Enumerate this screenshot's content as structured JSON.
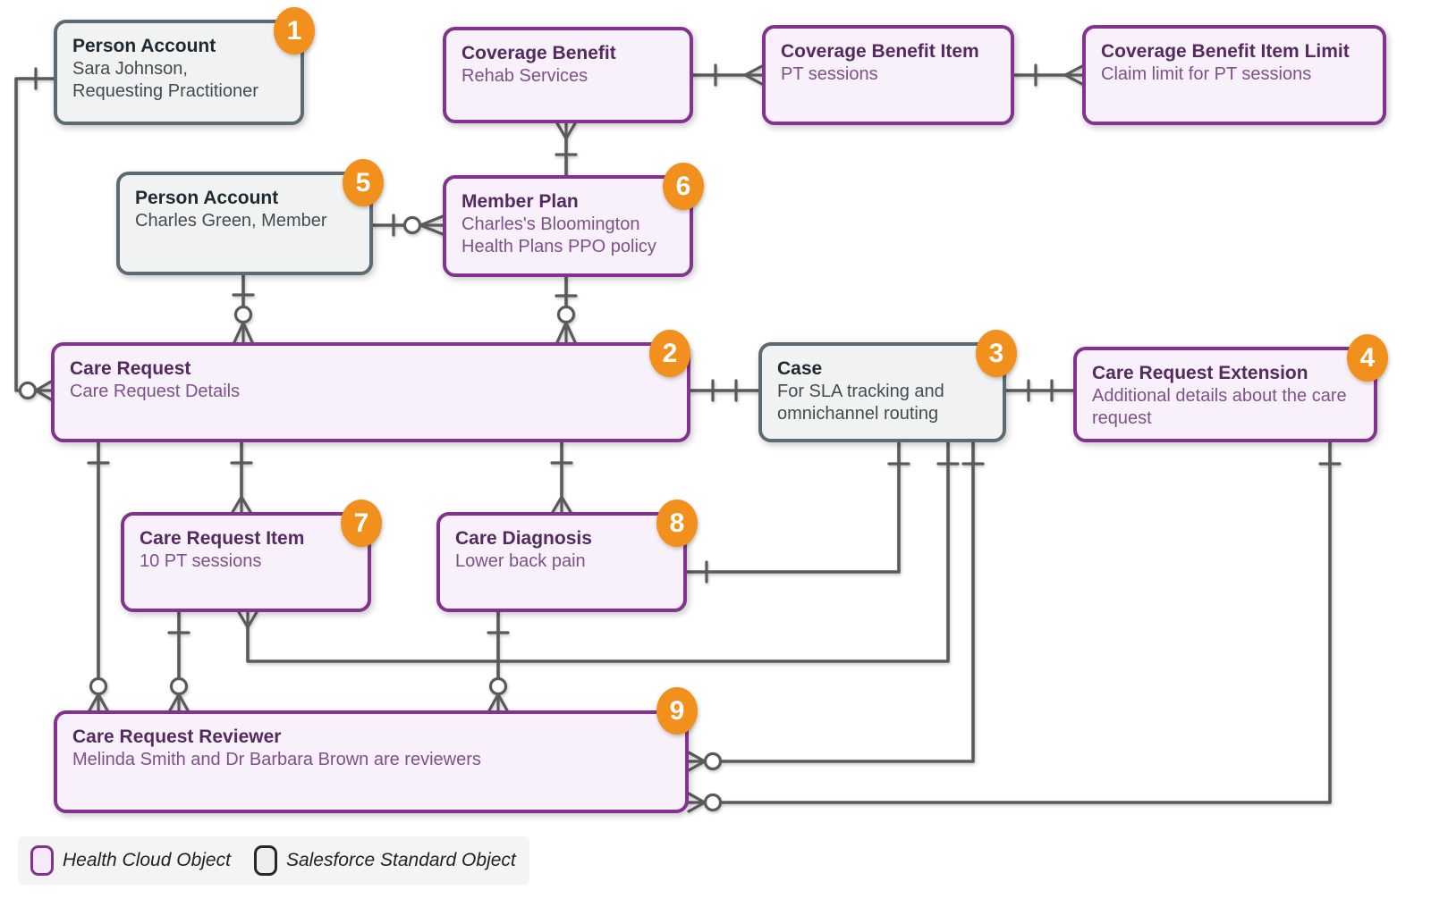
{
  "diagram": {
    "entities": [
      {
        "id": "person-account-requester",
        "type": "standard",
        "badge": "1",
        "title": "Person Account",
        "subtitle": "Sara Johnson,\nRequesting Practitioner"
      },
      {
        "id": "coverage-benefit",
        "type": "health-cloud",
        "title": "Coverage Benefit",
        "subtitle": "Rehab Services"
      },
      {
        "id": "coverage-benefit-item",
        "type": "health-cloud",
        "title": "Coverage Benefit Item",
        "subtitle": "PT sessions"
      },
      {
        "id": "coverage-benefit-item-limit",
        "type": "health-cloud",
        "title": "Coverage Benefit Item Limit",
        "subtitle": "Claim limit for PT sessions"
      },
      {
        "id": "person-account-member",
        "type": "standard",
        "badge": "5",
        "title": "Person Account",
        "subtitle": "Charles Green, Member"
      },
      {
        "id": "member-plan",
        "type": "health-cloud",
        "badge": "6",
        "title": "Member Plan",
        "subtitle": "Charles's Bloomington Health Plans PPO policy"
      },
      {
        "id": "care-request",
        "type": "health-cloud",
        "badge": "2",
        "title": "Care Request",
        "subtitle": "Care Request Details"
      },
      {
        "id": "case",
        "type": "standard",
        "badge": "3",
        "title": "Case",
        "subtitle": "For SLA tracking and omnichannel routing"
      },
      {
        "id": "care-request-extension",
        "type": "health-cloud",
        "badge": "4",
        "title": "Care Request Extension",
        "subtitle": "Additional details about the care request"
      },
      {
        "id": "care-request-item",
        "type": "health-cloud",
        "badge": "7",
        "title": "Care Request Item",
        "subtitle": "10 PT sessions"
      },
      {
        "id": "care-diagnosis",
        "type": "health-cloud",
        "badge": "8",
        "title": "Care Diagnosis",
        "subtitle": "Lower back pain"
      },
      {
        "id": "care-request-reviewer",
        "type": "health-cloud",
        "badge": "9",
        "title": "Care Request Reviewer",
        "subtitle": "Melinda Smith and Dr Barbara Brown are reviewers"
      }
    ],
    "relationships": [
      {
        "from": "Person Account (Sara Johnson)",
        "to": "Care Request",
        "cardinality": "one to zero-or-many"
      },
      {
        "from": "Coverage Benefit",
        "to": "Coverage Benefit Item",
        "cardinality": "one to many"
      },
      {
        "from": "Coverage Benefit Item",
        "to": "Coverage Benefit Item Limit",
        "cardinality": "one to many"
      },
      {
        "from": "Member Plan",
        "to": "Coverage Benefit",
        "cardinality": "one to many"
      },
      {
        "from": "Person Account (Charles Green)",
        "to": "Member Plan",
        "cardinality": "one to zero-or-many"
      },
      {
        "from": "Person Account (Charles Green)",
        "to": "Care Request",
        "cardinality": "one to zero-or-many"
      },
      {
        "from": "Member Plan",
        "to": "Care Request",
        "cardinality": "one to zero-or-many"
      },
      {
        "from": "Care Request",
        "to": "Case",
        "cardinality": "one to one"
      },
      {
        "from": "Case",
        "to": "Care Request Extension",
        "cardinality": "one to one"
      },
      {
        "from": "Care Request",
        "to": "Care Request Item",
        "cardinality": "one to many"
      },
      {
        "from": "Care Request",
        "to": "Care Diagnosis",
        "cardinality": "one to many"
      },
      {
        "from": "Care Request",
        "to": "Care Request Reviewer",
        "cardinality": "one to zero-or-many"
      },
      {
        "from": "Care Request Item",
        "to": "Care Request Reviewer",
        "cardinality": "one to zero-or-many"
      },
      {
        "from": "Care Diagnosis",
        "to": "Care Request Reviewer",
        "cardinality": "one to zero-or-many"
      },
      {
        "from": "Case",
        "to": "Care Request Item",
        "cardinality": "one to many"
      },
      {
        "from": "Case",
        "to": "Care Diagnosis",
        "cardinality": "one to one"
      },
      {
        "from": "Case",
        "to": "Care Request Reviewer",
        "cardinality": "one to zero-or-many"
      },
      {
        "from": "Care Request Extension",
        "to": "Care Request Reviewer",
        "cardinality": "one to zero-or-many"
      }
    ],
    "legend": {
      "items": [
        {
          "swatch": "health-cloud",
          "label": "Health Cloud Object"
        },
        {
          "swatch": "salesforce-standard",
          "label": "Salesforce Standard Object"
        }
      ]
    },
    "colors": {
      "health_cloud_border": "#84328F",
      "health_cloud_fill": "#F8F0FA",
      "standard_border": "#5D6A72",
      "standard_fill": "#F1F2F2",
      "badge_orange": "#F2901E",
      "connector_gray": "#5A5A5A",
      "title_purple": "#552A60",
      "subtitle_purple": "#7F5189"
    }
  }
}
